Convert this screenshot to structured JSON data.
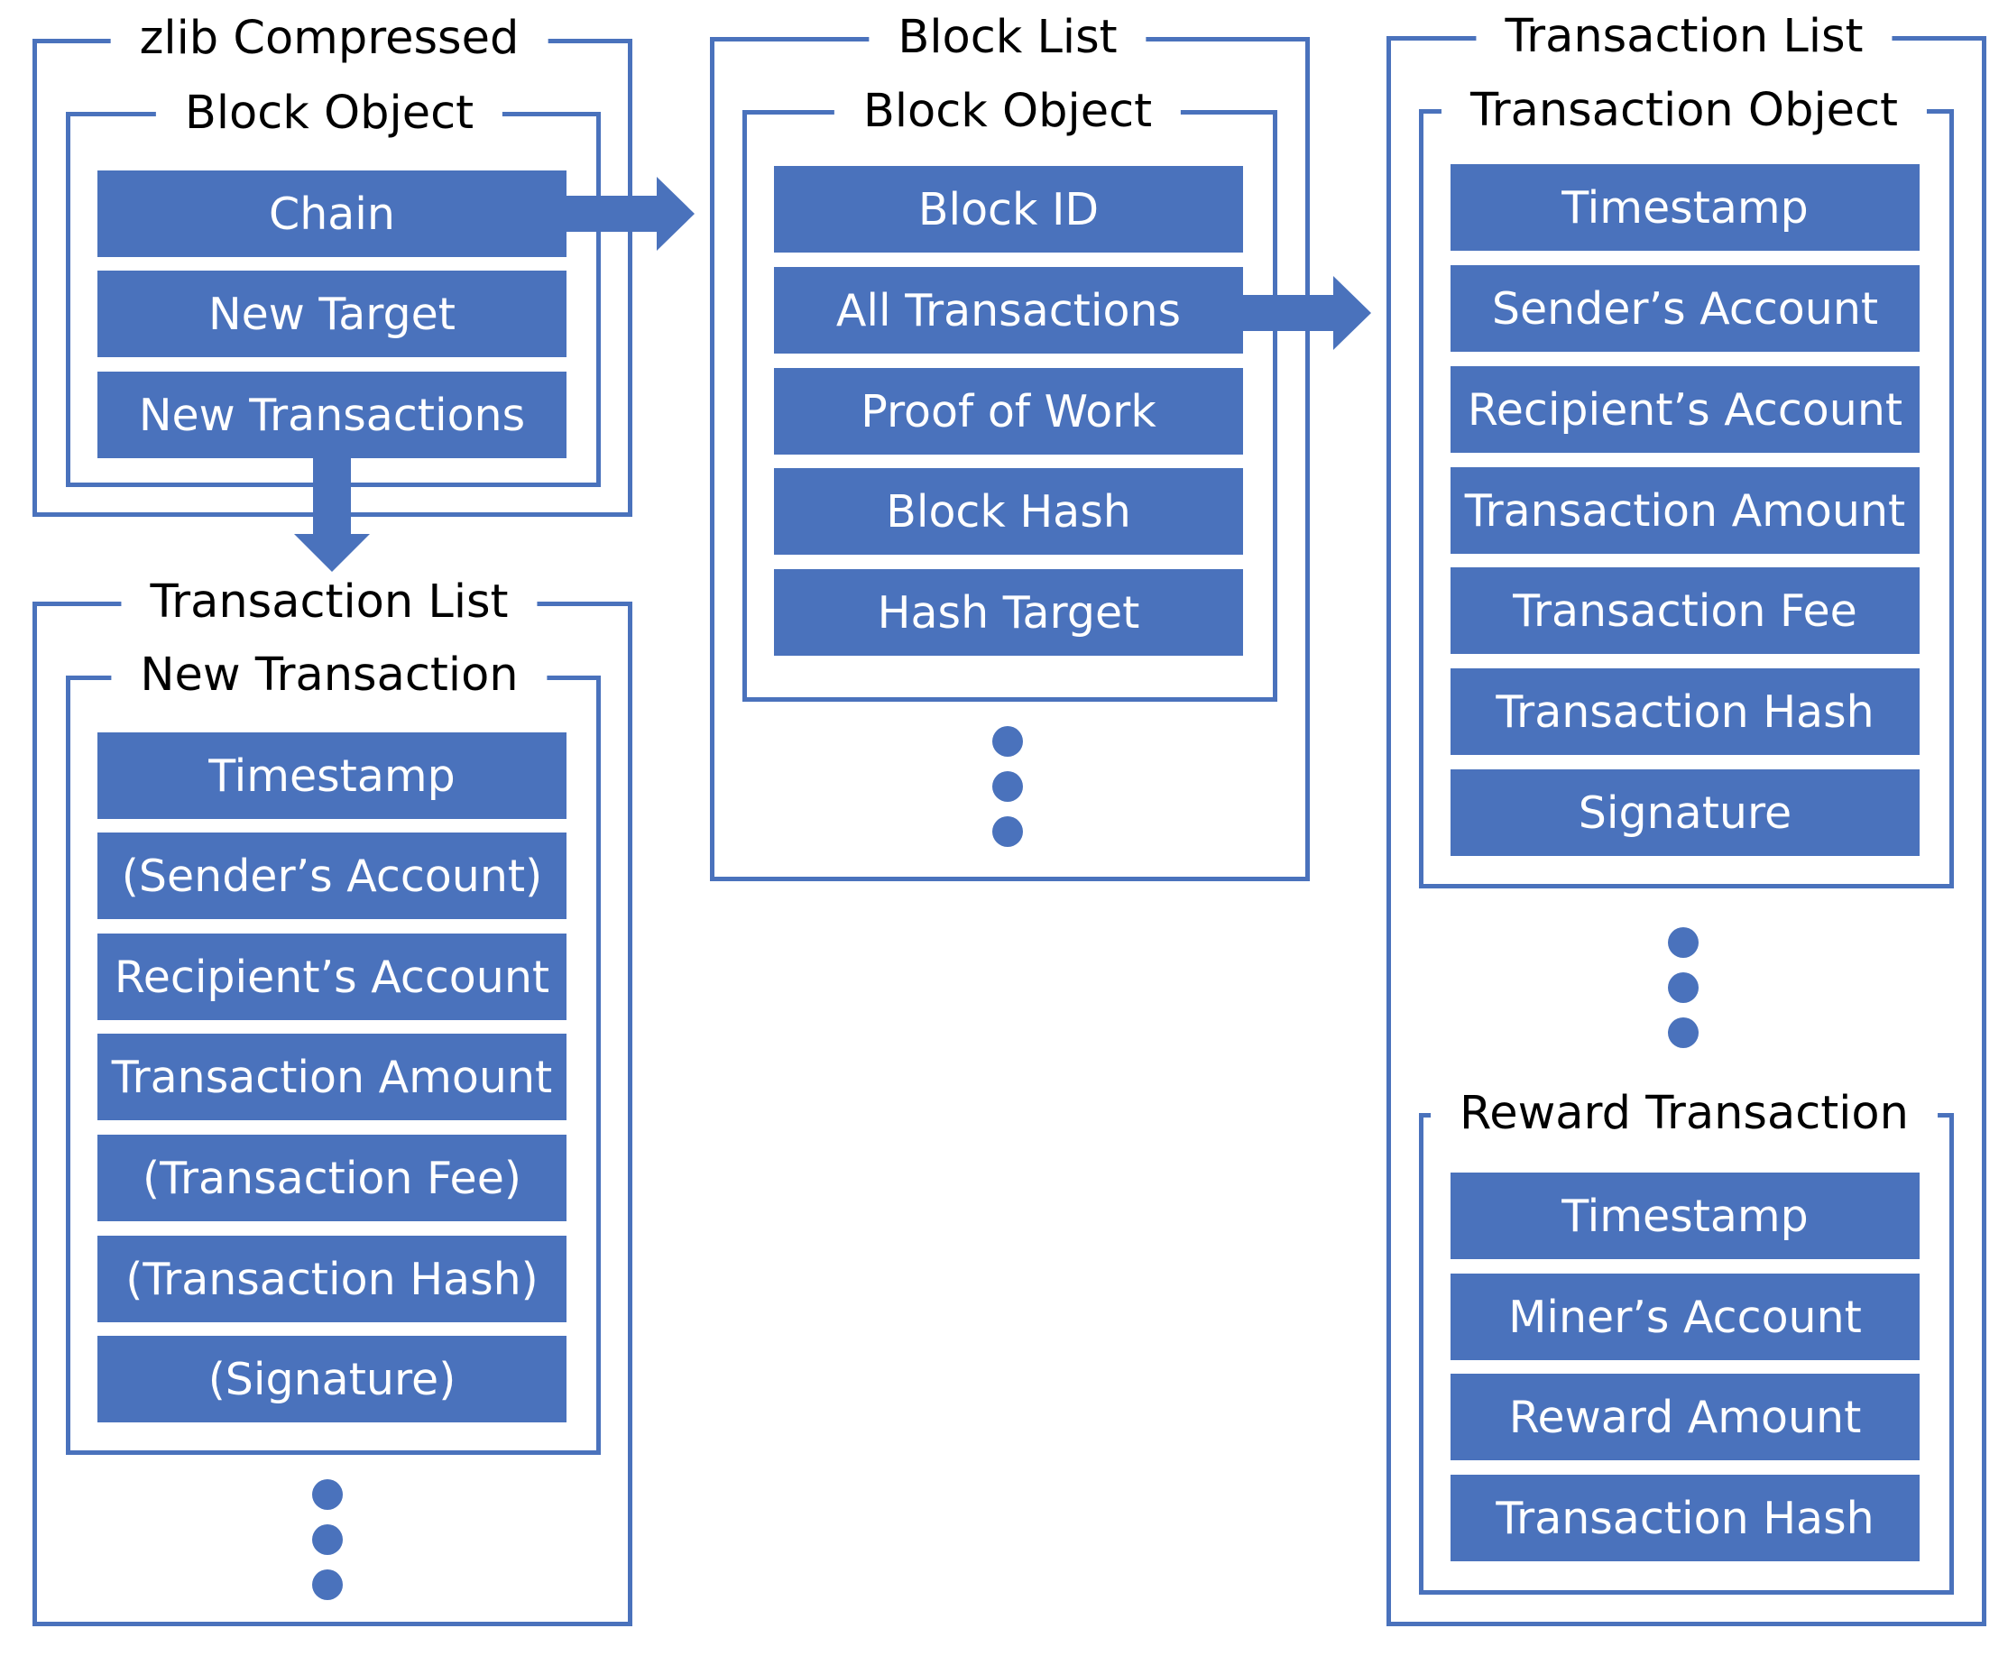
{
  "colors": {
    "accent": "#4a72bc",
    "text_on_accent": "#ffffff",
    "line": "#4a72bc"
  },
  "left_top": {
    "outer_title": "zlib Compressed",
    "inner_title": "Block Object",
    "fields": [
      "Chain",
      "New Target",
      "New Transactions"
    ]
  },
  "left_bottom": {
    "outer_title": "Transaction List",
    "inner_title": "New Transaction",
    "fields": [
      "Timestamp",
      "(Sender’s Account)",
      "Recipient’s Account",
      "Transaction Amount",
      "(Transaction Fee)",
      "(Transaction Hash)",
      "(Signature)"
    ]
  },
  "middle": {
    "outer_title": "Block List",
    "inner_title": "Block Object",
    "fields": [
      "Block ID",
      "All Transactions",
      "Proof of Work",
      "Block Hash",
      "Hash Target"
    ]
  },
  "right": {
    "outer_title": "Transaction List",
    "inner_title": "Transaction Object",
    "fields": [
      "Timestamp",
      "Sender’s Account",
      "Recipient’s Account",
      "Transaction Amount",
      "Transaction Fee",
      "Transaction Hash",
      "Signature"
    ],
    "reward_title": "Reward Transaction",
    "reward_fields": [
      "Timestamp",
      "Miner’s Account",
      "Reward Amount",
      "Transaction Hash"
    ]
  },
  "arrows": [
    {
      "from": "left_top.fields.0",
      "to": "middle",
      "icon": "right-arrow-icon"
    },
    {
      "from": "left_top.fields.2",
      "to": "left_bottom",
      "icon": "down-arrow-icon"
    },
    {
      "from": "middle.fields.1",
      "to": "right",
      "icon": "right-arrow-icon"
    }
  ],
  "ellipsis_icon": "vertical-ellipsis-icon"
}
